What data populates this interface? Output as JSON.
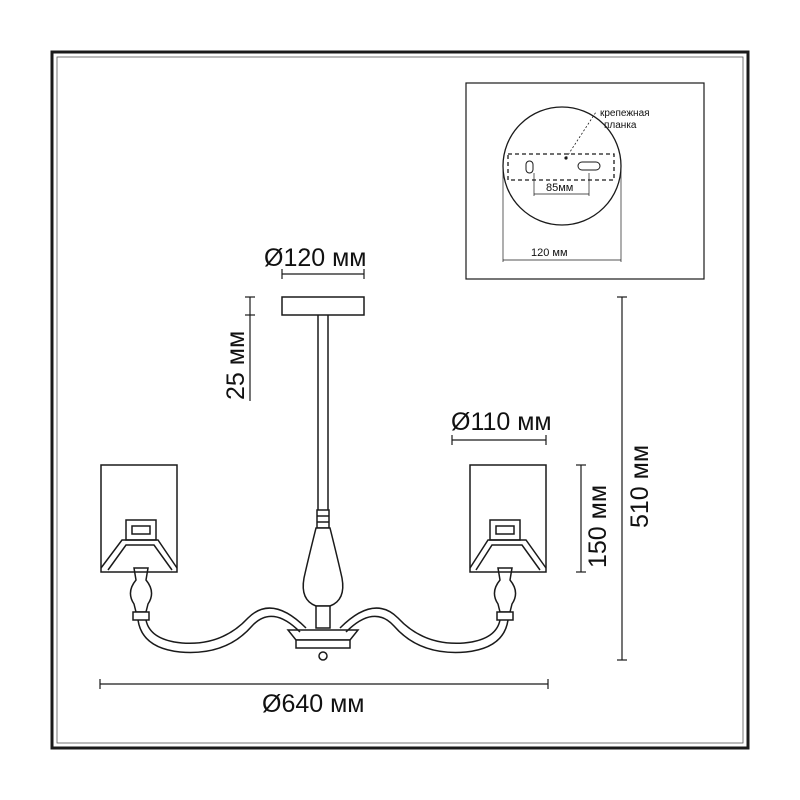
{
  "dimensions": {
    "canopy_diameter": "Ø120 мм",
    "canopy_height": "25 мм",
    "shade_diameter": "Ø110 мм",
    "shade_height": "150 мм",
    "total_height": "510 мм",
    "total_diameter": "Ø640 мм"
  },
  "inset": {
    "plate_label_line1": "крепежная",
    "plate_label_line2": "планка",
    "hole_spacing": "85мм",
    "base_diameter": "120 мм"
  },
  "colors": {
    "stroke": "#1a1a1a",
    "frame": "#333333",
    "background": "#ffffff"
  }
}
